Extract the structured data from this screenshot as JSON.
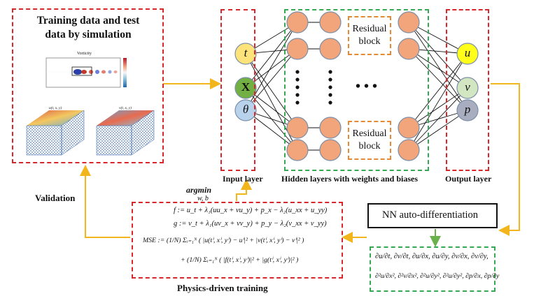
{
  "colors": {
    "red_dash": "#d9262a",
    "green_dash": "#35a853",
    "orange_dash": "#e58a32",
    "arrow": "#f2b51c",
    "neuron_fill": "#f2a47a",
    "neuron_stroke": "#7a8fa8",
    "input_t": "#fde37a",
    "input_x": "#72b043",
    "input_theta": "#b8d2ec",
    "output_u": "#ffff1a",
    "output_v": "#d2e6c2",
    "output_p": "#a8adbf"
  },
  "simulation": {
    "title_line1": "Training data and test",
    "title_line2": "data by simulation",
    "vorticity_title": "Vorticity",
    "surface_label_left": "u(t, x, y)",
    "surface_label_right": "v(t, x, y)"
  },
  "inputs": [
    {
      "symbol": "t",
      "color": "#fde37a"
    },
    {
      "symbol": "X",
      "color": "#72b043"
    },
    {
      "symbol": "θ",
      "color": "#b8d2ec"
    }
  ],
  "outputs": [
    {
      "symbol": "u",
      "color": "#ffff1a"
    },
    {
      "symbol": "v",
      "color": "#d2e6c2"
    },
    {
      "symbol": "p",
      "color": "#a8adbf"
    }
  ],
  "hidden": {
    "residual_top_line1": "Residual",
    "residual_top_line2": "block",
    "residual_bottom_line1": "Residual",
    "residual_bottom_line2": "block",
    "ellipsis": "• • •"
  },
  "labels": {
    "input_layer": "Input layer",
    "hidden_layers": "Hidden layers with weights and biases",
    "output_layer": "Output layer",
    "validation": "Validation",
    "argmin": "argmin",
    "argmin_sub": "w, b",
    "physics_training": "Physics-driven training",
    "nn_autodiff": "NN auto-differentiation"
  },
  "equations": {
    "f": "f := u_t + λ₁(uu_x + vu_y) + p_x − λ₂(u_xx + u_yy)",
    "g": "g := v_t + λ₁(uv_x + vv_y) + p_y − λ₂(v_xx + v_yy)",
    "mse1": "MSE := (1/N) Σᵢ₌₁ᴺ ( |u(tⁱ, xⁱ, yⁱ) − uⁱ|² + |v(tⁱ, xⁱ, yⁱ) − vⁱ|² )",
    "mse2": "+ (1/N) Σᵢ₌₁ᴺ ( |f(tⁱ, xⁱ, yⁱ)|² + |g(tⁱ, xⁱ, yⁱ)|² )"
  },
  "derivatives": {
    "row1": "∂u/∂t, ∂v/∂t, ∂u/∂x, ∂u/∂y, ∂v/∂x, ∂v/∂y,",
    "row2": "∂²u/∂x², ∂²v/∂x², ∂²u/∂y², ∂²u/∂y², ∂p/∂x, ∂p/∂y"
  }
}
